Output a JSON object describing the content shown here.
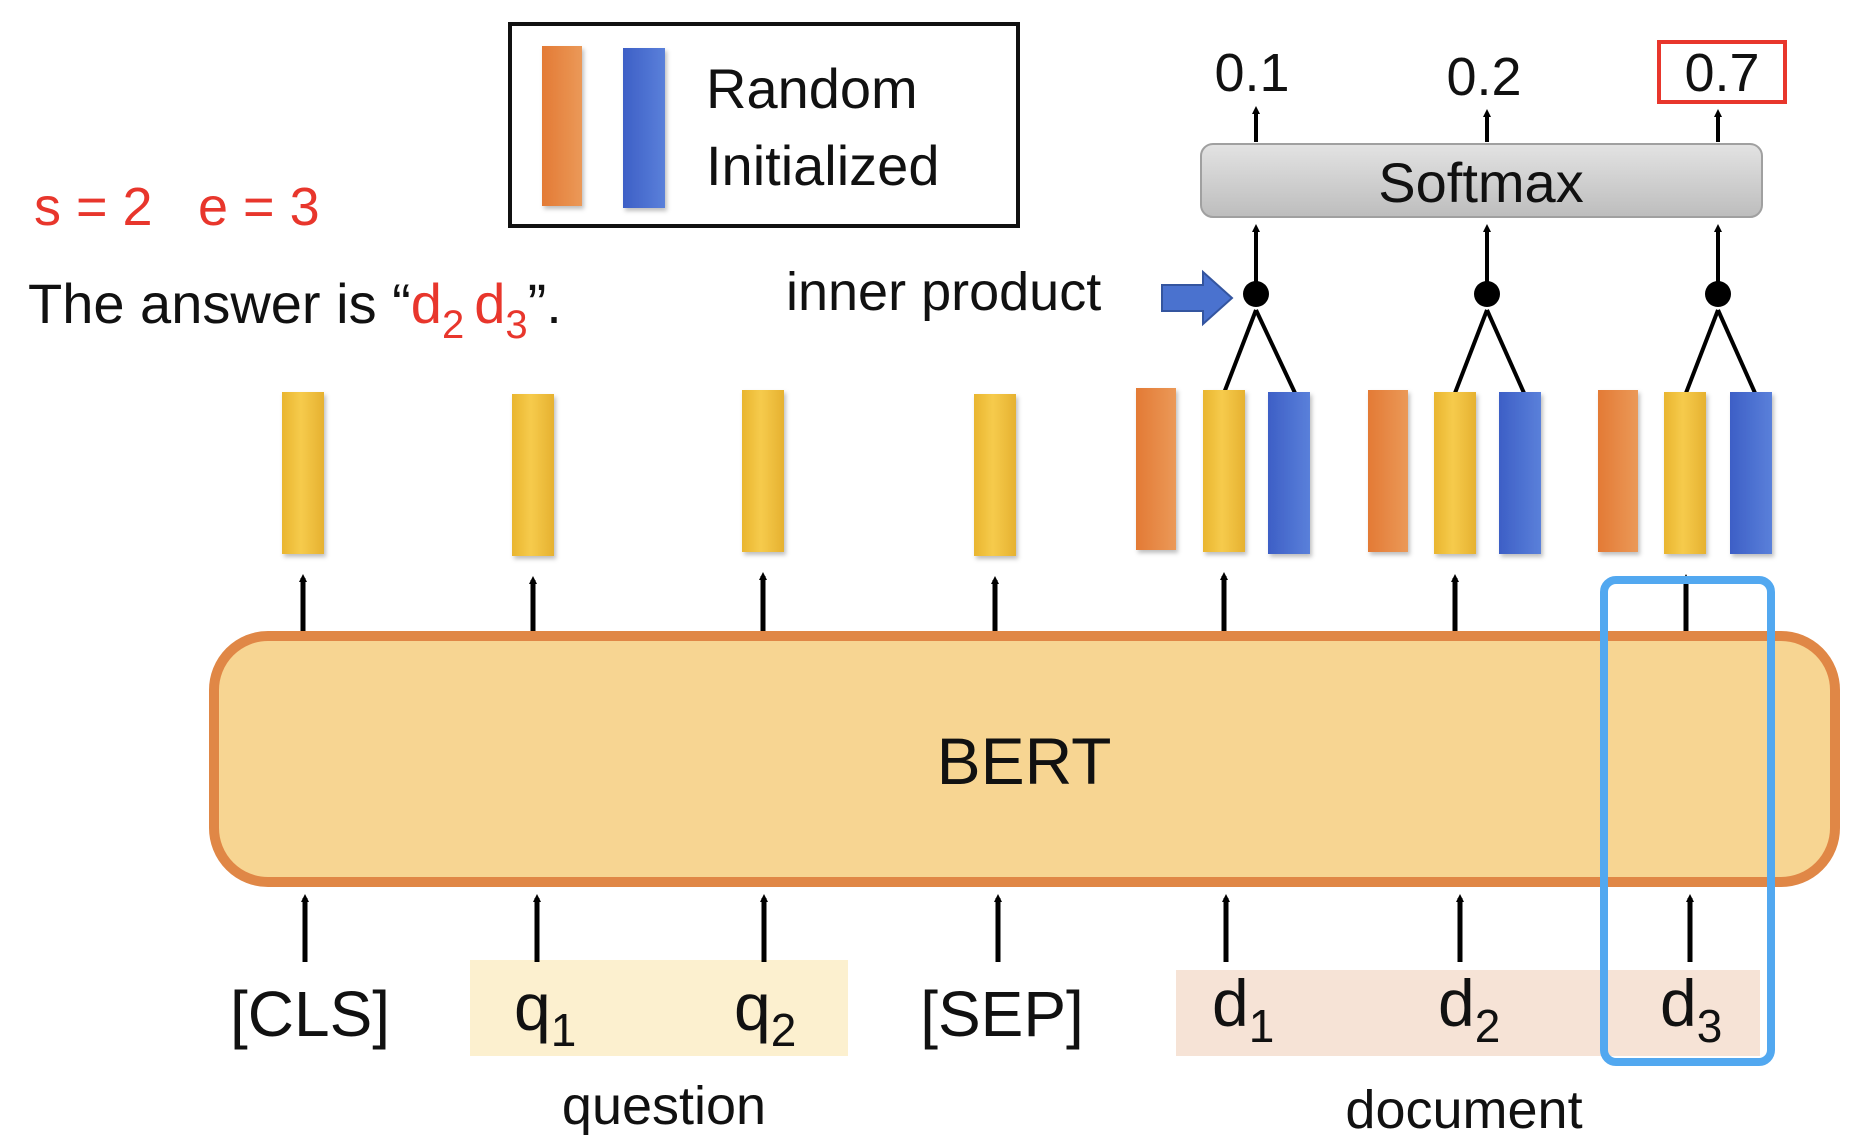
{
  "span": {
    "s_label": "s = 2",
    "e_label": "e = 3",
    "answer_prefix": "The answer is “",
    "answer_token1_base": "d",
    "answer_token1_sub": "2",
    "answer_token2_base": "d",
    "answer_token2_sub": "3",
    "answer_suffix": "”."
  },
  "legend": {
    "line1": "Random",
    "line2": "Initialized"
  },
  "softmax": {
    "label": "Softmax",
    "outputs": [
      "0.1",
      "0.2",
      "0.7"
    ],
    "highlight_index": 2
  },
  "inner_product": {
    "label": "inner product"
  },
  "model": {
    "label": "BERT"
  },
  "tokens": {
    "cls": "[CLS]",
    "sep": "[SEP]",
    "q1_base": "q",
    "q1_sub": "1",
    "q2_base": "q",
    "q2_sub": "2",
    "d1_base": "d",
    "d1_sub": "1",
    "d2_base": "d",
    "d2_sub": "2",
    "d3_base": "d",
    "d3_sub": "3"
  },
  "groups": {
    "question": "question",
    "document": "document"
  },
  "colors": {
    "start_vector": "#e8873d",
    "end_vector": "#4a6fd0",
    "token_vector": "#f2c443",
    "bert_fill": "#f7d592",
    "bert_stroke": "#e08746",
    "span_text": "#e8362c",
    "highlight_box": "#e8362c",
    "focus_box": "#52a8f0",
    "question_band": "#fcf0cf",
    "document_band": "#f6e3d6"
  }
}
